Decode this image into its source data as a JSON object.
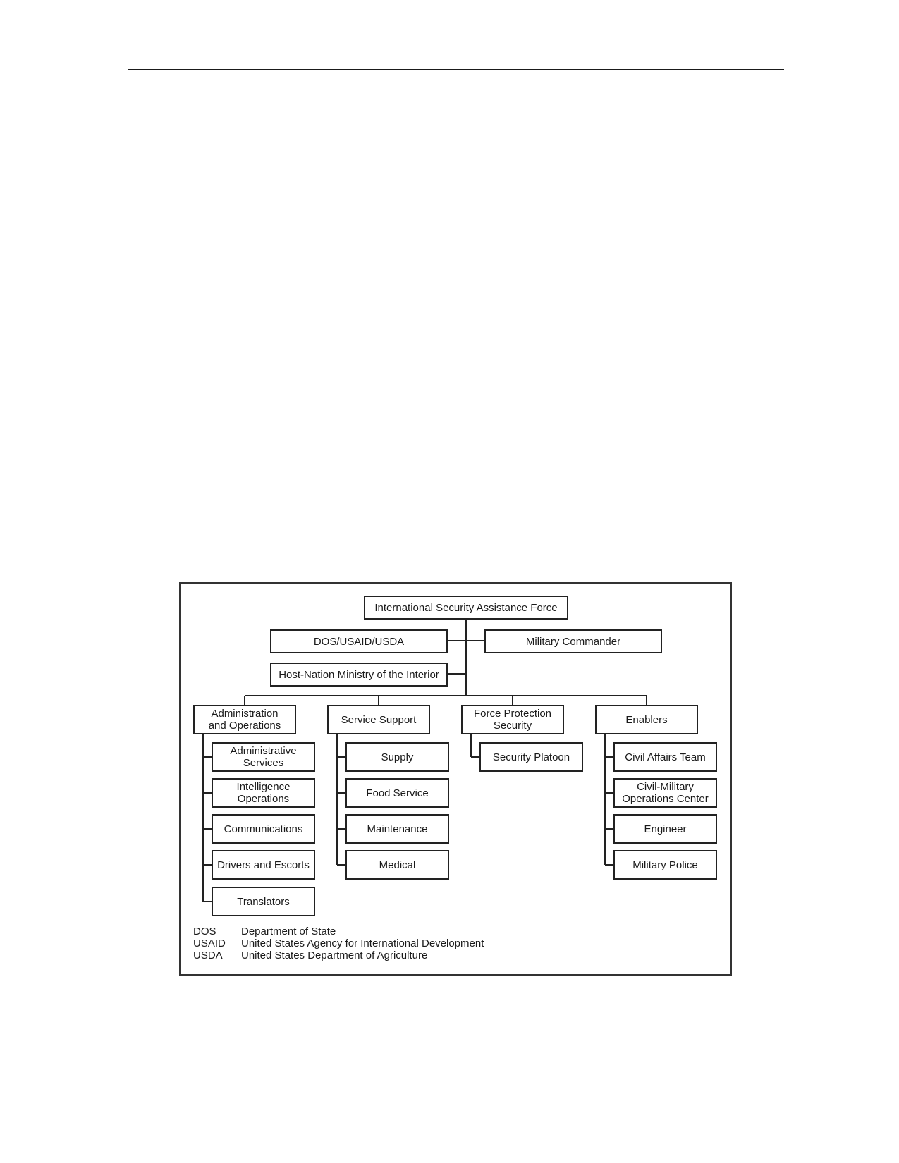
{
  "diagram": {
    "root": "International Security Assistance Force",
    "dos": "DOS/USAID/USDA",
    "military_commander": "Military Commander",
    "host_nation": "Host-Nation Ministry of the Interior",
    "branches": [
      {
        "label": "Administration\nand Operations",
        "children": [
          "Administrative\nServices",
          "Intelligence\nOperations",
          "Communications",
          "Drivers and Escorts",
          "Translators"
        ]
      },
      {
        "label": "Service Support",
        "children": [
          "Supply",
          "Food Service",
          "Maintenance",
          "Medical"
        ]
      },
      {
        "label": "Force Protection\nSecurity",
        "children": [
          "Security Platoon"
        ]
      },
      {
        "label": "Enablers",
        "children": [
          "Civil Affairs Team",
          "Civil-Military\nOperations Center",
          "Engineer",
          "Military Police"
        ]
      }
    ]
  },
  "legend": [
    {
      "abbr": "DOS",
      "text": "Department of State"
    },
    {
      "abbr": "USAID",
      "text": "United States Agency for International Development"
    },
    {
      "abbr": "USDA",
      "text": "United States Department of Agriculture"
    }
  ]
}
